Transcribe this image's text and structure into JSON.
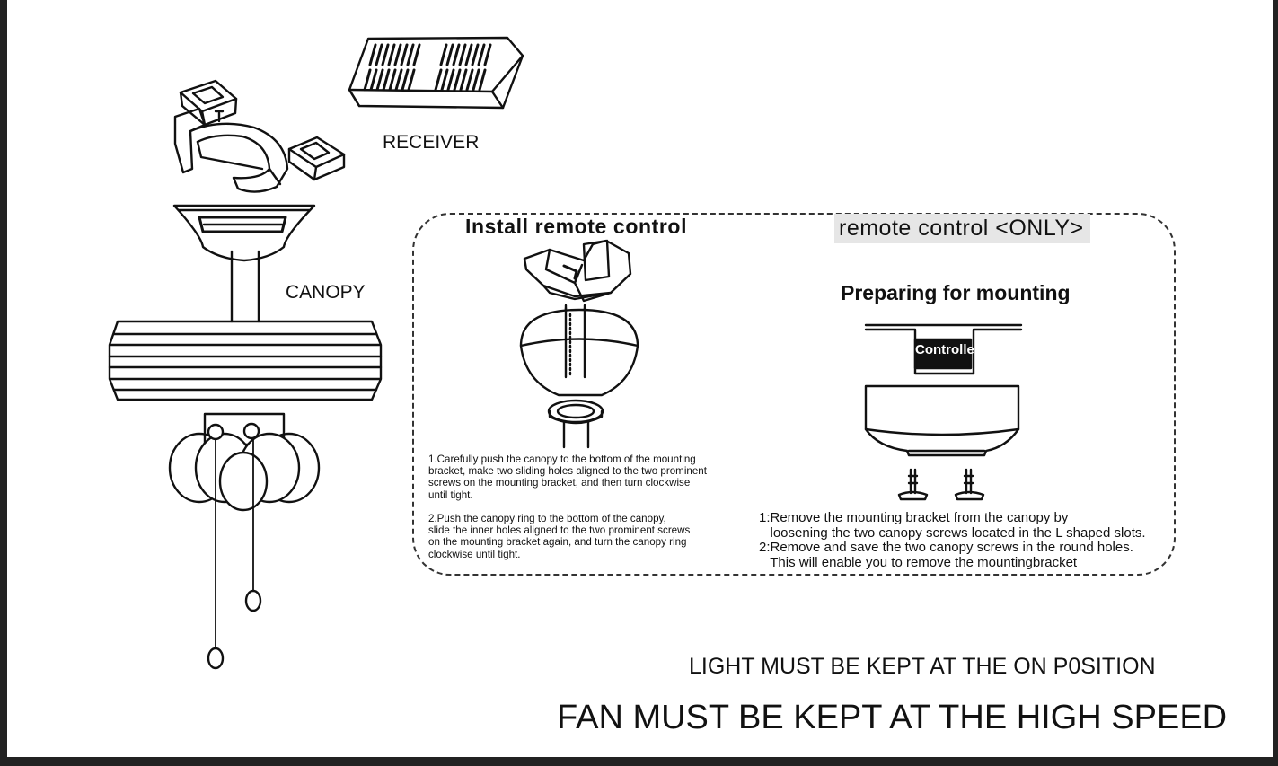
{
  "labels": {
    "receiver": "RECEIVER",
    "canopy": "CANOPY"
  },
  "install": {
    "title": "Install remote control",
    "step1": [
      "1.Carefully push the canopy to the bottom of the mounting",
      "bracket, make two sliding holes aligned to the two prominent",
      "screws on the mounting bracket, and then turn clockwise",
      "until tight."
    ],
    "step2": [
      "2.Push the canopy ring to the bottom of the canopy,",
      "slide the inner holes aligned to the two prominent screws",
      "on the mounting bracket again, and turn the canopy ring",
      "clockwise until tight."
    ]
  },
  "remote": {
    "title": "remote control <ONLY>",
    "preparing_title": "Preparing for mounting",
    "controller_label": "Controller",
    "step1": [
      "1:Remove the mounting bracket from the canopy by",
      "   loosening the two canopy screws located in the L shaped slots."
    ],
    "step2": [
      "2:Remove and save the two canopy screws in the round holes.",
      "   This will enable you to remove the mountingbracket"
    ]
  },
  "warnings": {
    "light": "LIGHT MUST BE KEPT AT THE ON P0SITION",
    "fan": "FAN MUST BE KEPT AT THE HIGH SPEED"
  },
  "colors": {
    "ink": "#111111",
    "frame": "#222222",
    "title_highlight": "#e6e6e6"
  }
}
